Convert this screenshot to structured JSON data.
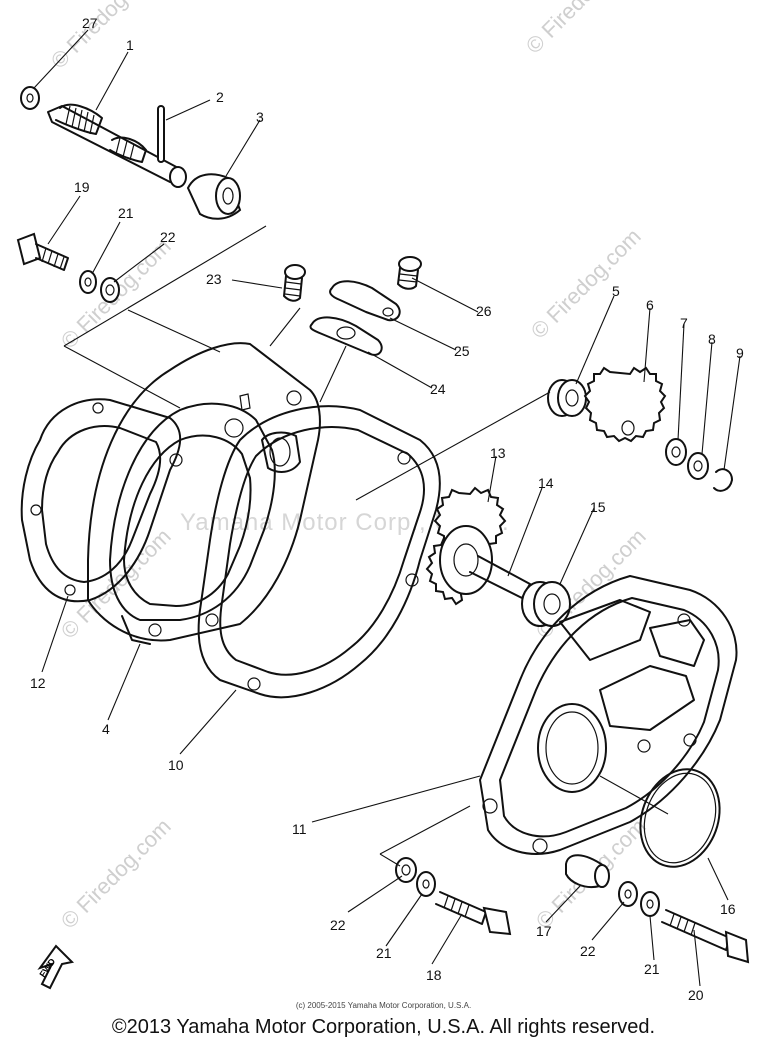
{
  "callouts": [
    {
      "label": "27"
    },
    {
      "label": "1"
    },
    {
      "label": "2"
    },
    {
      "label": "3"
    },
    {
      "label": "19"
    },
    {
      "label": "21"
    },
    {
      "label": "22"
    },
    {
      "label": "23"
    },
    {
      "label": "26"
    },
    {
      "label": "25"
    },
    {
      "label": "24"
    },
    {
      "label": "5"
    },
    {
      "label": "6"
    },
    {
      "label": "7"
    },
    {
      "label": "8"
    },
    {
      "label": "9"
    },
    {
      "label": "13"
    },
    {
      "label": "14"
    },
    {
      "label": "15"
    },
    {
      "label": "12"
    },
    {
      "label": "4"
    },
    {
      "label": "10"
    },
    {
      "label": "11"
    },
    {
      "label": "16"
    },
    {
      "label": "22"
    },
    {
      "label": "21"
    },
    {
      "label": "18"
    },
    {
      "label": "17"
    },
    {
      "label": "22"
    },
    {
      "label": "21"
    },
    {
      "label": "20"
    }
  ],
  "watermark": {
    "site": "© Firedog.com",
    "center": "Yamaha Motor Corp., U.S.A."
  },
  "fwd_label": "FWD",
  "small_credit": "(c) 2005-2015 Yamaha Motor Corporation, U.S.A.",
  "copyright": "©2013 Yamaha Motor Corporation, U.S.A. All rights reserved."
}
